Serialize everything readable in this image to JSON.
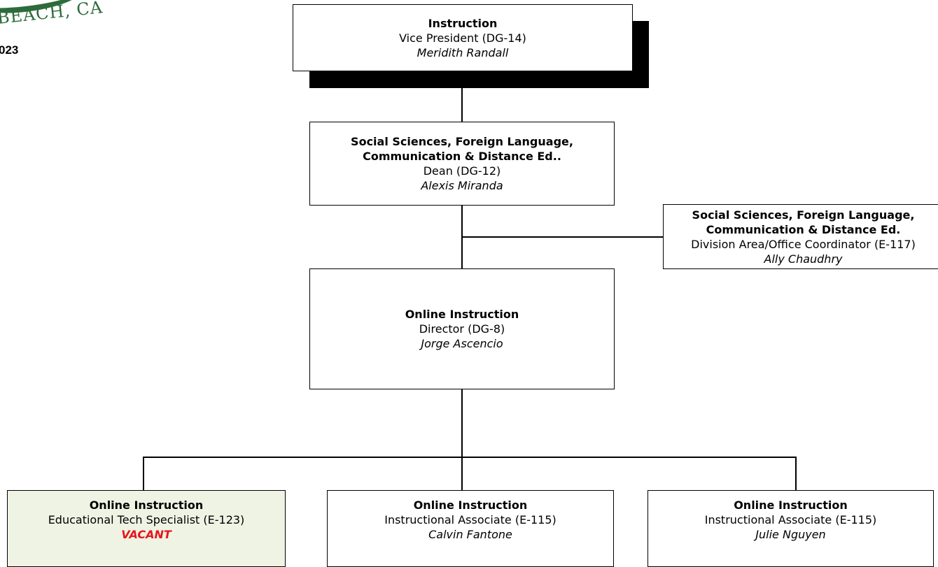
{
  "header": {
    "logo_text": "BEACH, CA",
    "year_fragment": "023"
  },
  "org": {
    "vp": {
      "unit": "Instruction",
      "title": "Vice President (DG-14)",
      "name": "Meridith Randall"
    },
    "dean": {
      "unit_line1": "Social Sciences, Foreign Language,",
      "unit_line2": "Communication & Distance Ed..",
      "title": "Dean (DG-12)",
      "name": "Alexis Miranda"
    },
    "coordinator": {
      "unit_line1": "Social Sciences, Foreign Language,",
      "unit_line2": "Communication & Distance Ed.",
      "title": "Division Area/Office Coordinator (E-117)",
      "name": "Ally Chaudhry"
    },
    "director": {
      "unit": "Online Instruction",
      "title": "Director (DG-8)",
      "name": "Jorge Ascencio"
    },
    "staff": [
      {
        "unit": "Online Instruction",
        "title": "Educational Tech Specialist (E-123)",
        "name": "VACANT"
      },
      {
        "unit": "Online Instruction",
        "title": "Instructional Associate (E-115)",
        "name": "Calvin Fantone"
      },
      {
        "unit": "Online Instruction",
        "title": "Instructional Associate (E-115)",
        "name": "Julie Nguyen"
      }
    ]
  },
  "colors": {
    "vacant": "#e8141b",
    "vacant_box_bg": "#eef3e3",
    "logo": "#2e6b3b"
  }
}
